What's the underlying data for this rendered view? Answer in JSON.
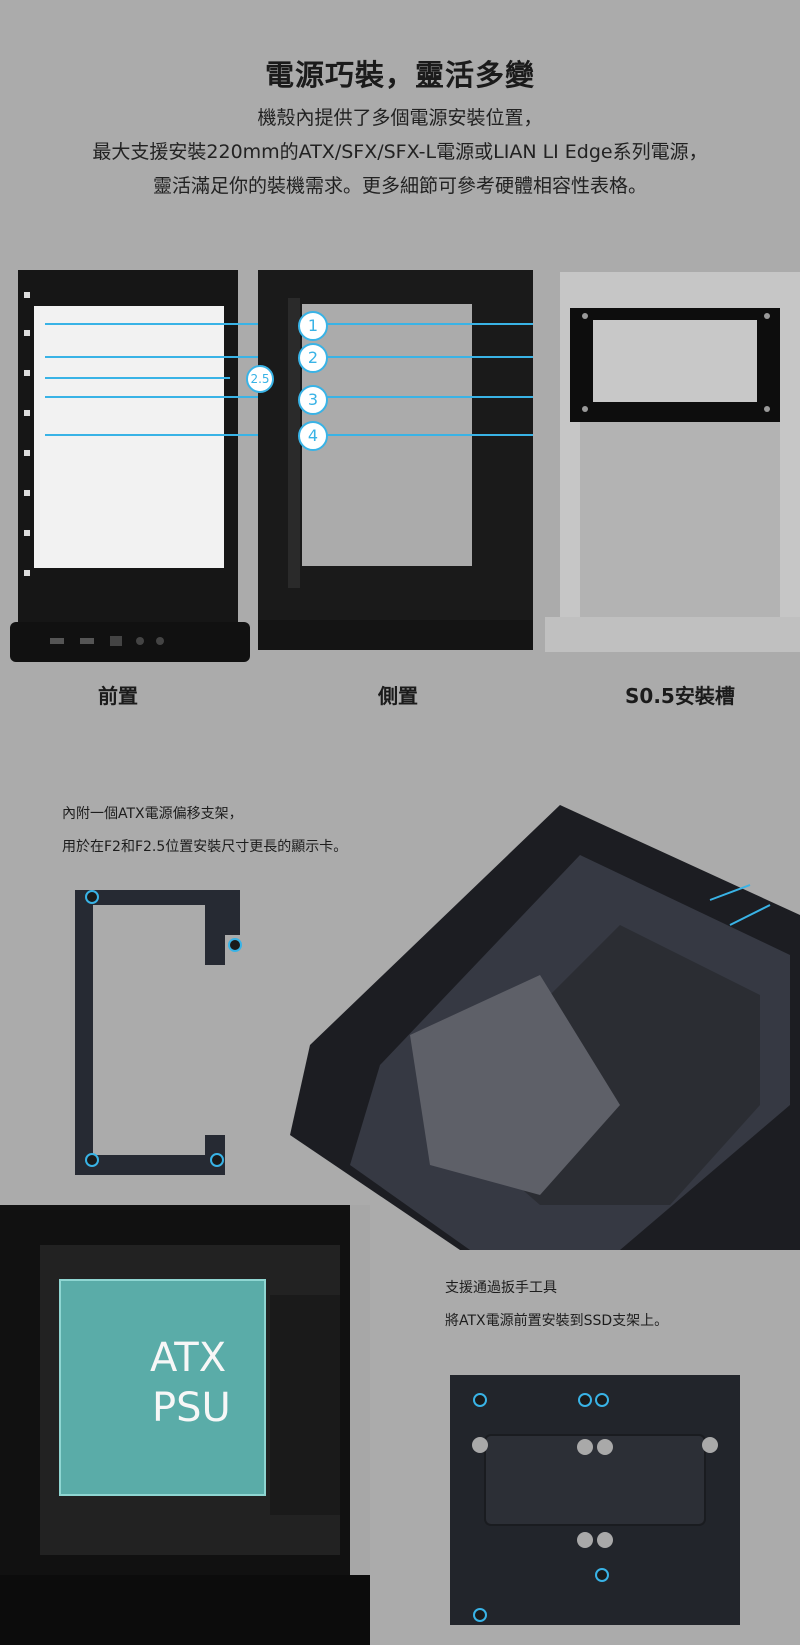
{
  "header": {
    "title": "電源巧裝，靈活多變",
    "desc_lines": [
      "機殼內提供了多個電源安裝位置，",
      "最大支援安裝220mm的ATX/SFX/SFX-L電源或LIAN LI Edge系列電源，",
      "靈活滿足你的裝機需求。更多細節可參考硬體相容性表格。"
    ]
  },
  "positions": {
    "front": "前置",
    "side": "側置",
    "slot": "S0.5安裝槽",
    "markers": [
      "1",
      "2",
      "2.5",
      "3",
      "4"
    ]
  },
  "bracket": {
    "line1": "內附一個ATX電源偏移支架，",
    "line2": "用於在F2和F2.5位置安裝尺寸更長的顯示卡。"
  },
  "psu_label": {
    "line1": "ATX",
    "line2": "PSU"
  },
  "wrench": {
    "line1": "支援通過扳手工具",
    "line2": "將ATX電源前置安裝到SSD支架上。"
  },
  "colors": {
    "background": "#ababab",
    "accent": "#39b3e6",
    "psu_box": "#5fb9b4"
  }
}
